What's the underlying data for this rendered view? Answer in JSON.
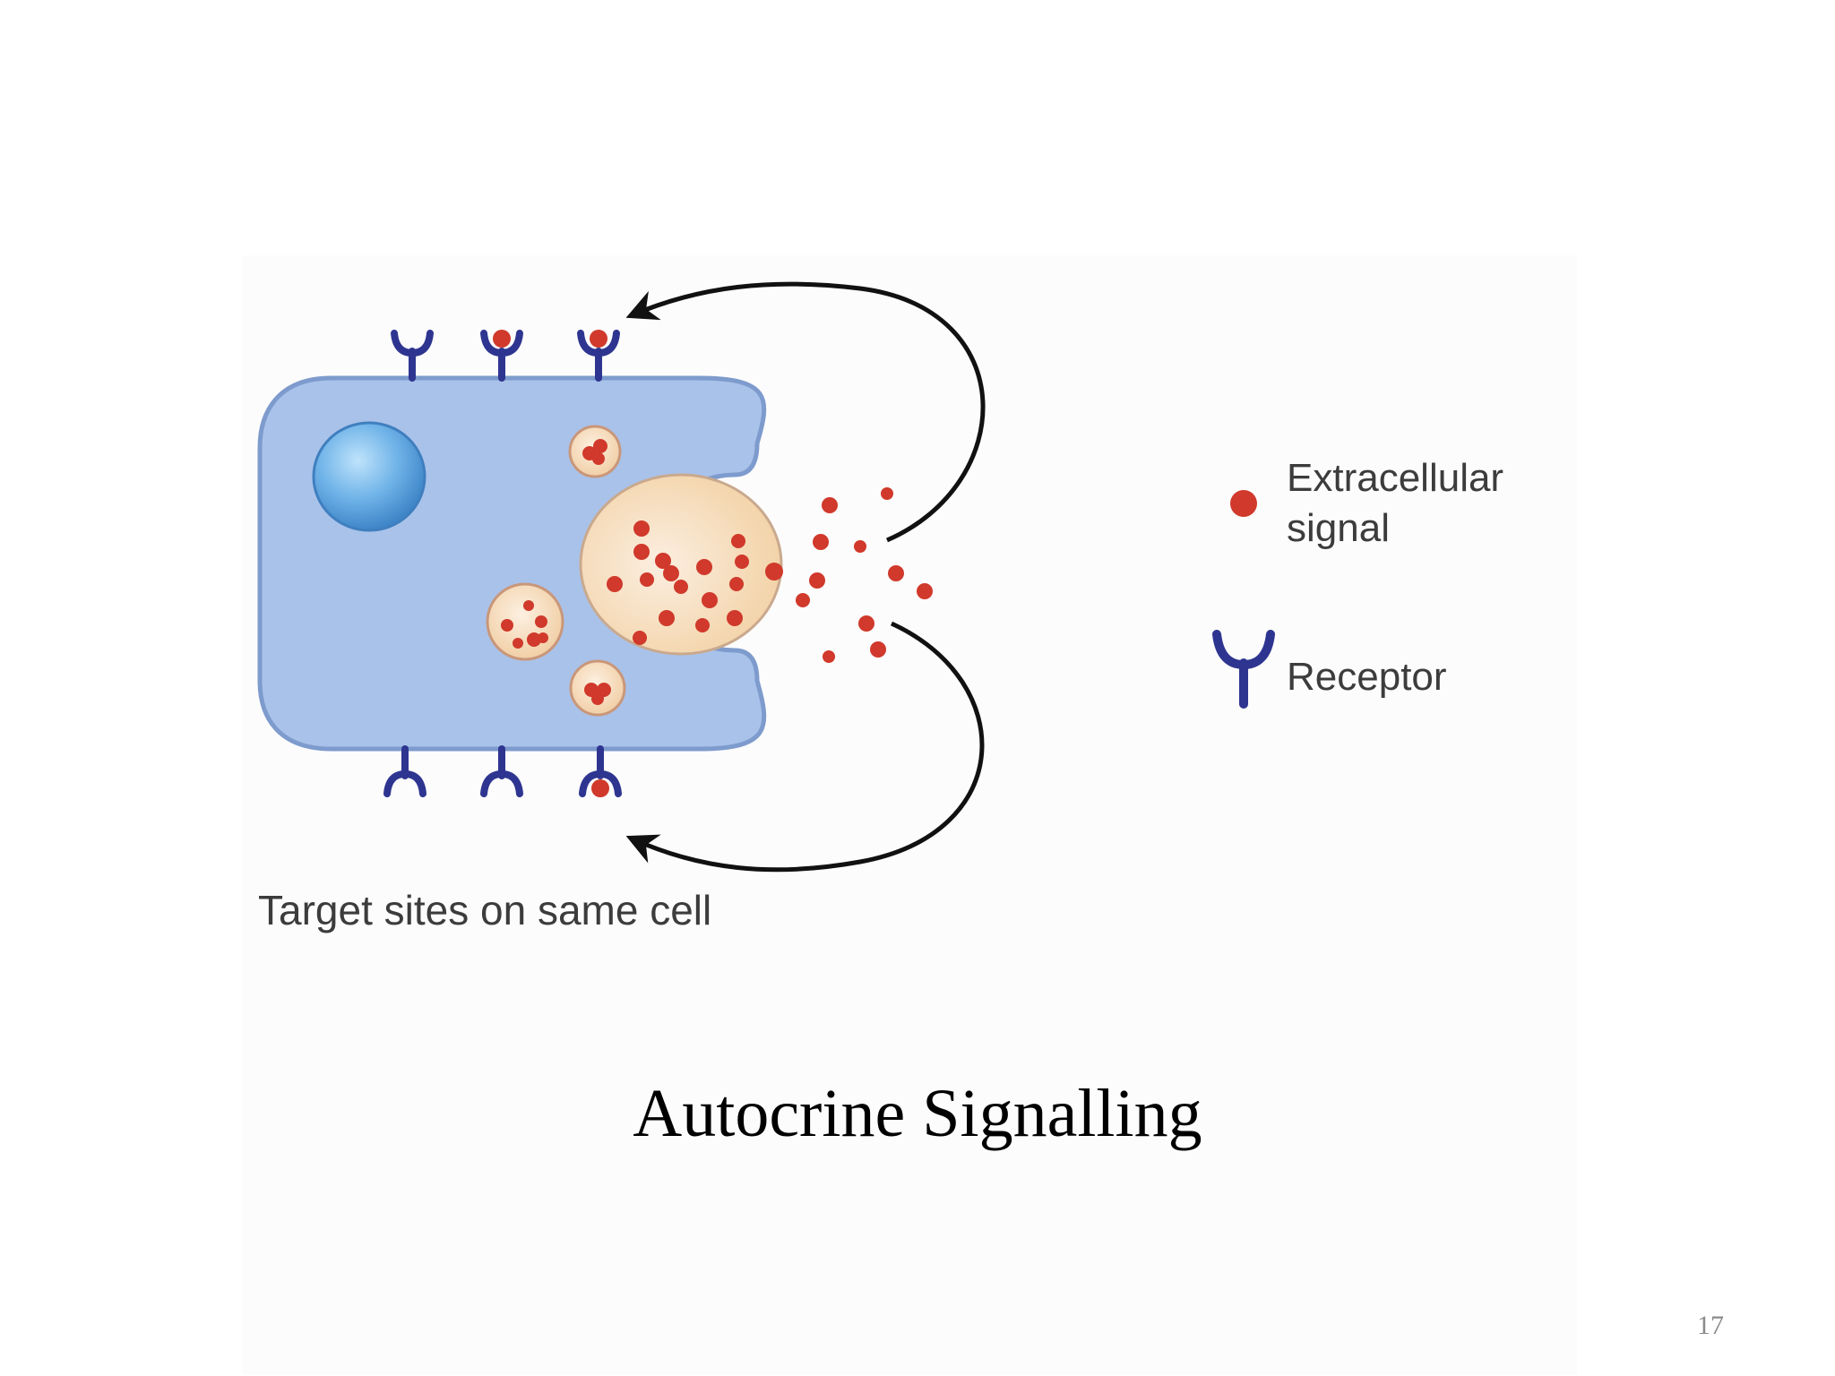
{
  "slide": {
    "title": "Autocrine Signalling",
    "page_number": "17"
  },
  "diagram": {
    "caption": "Target sites on same cell",
    "legend": {
      "signal_label_line1": "Extracellular",
      "signal_label_line2": "signal",
      "receptor_label": "Receptor"
    },
    "colors": {
      "cell_fill": "#a9c2ea",
      "cell_stroke": "#7e9bcd",
      "nucleus": "#5aa3de",
      "signal": "#d0392b",
      "receptor": "#2e3590",
      "secretion_region": "#f6dcb8",
      "arrow": "#111111"
    }
  }
}
